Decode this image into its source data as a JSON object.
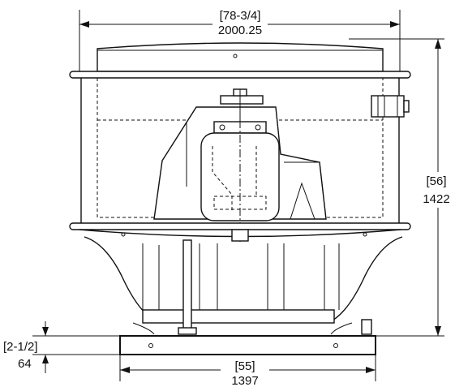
{
  "dimensions": {
    "overall_width_in": "[78-3/4]",
    "overall_width_mm": "2000.25",
    "height_in": "[56]",
    "height_mm": "1422",
    "base_height_in": "[2-1/2]",
    "base_height_mm": "64",
    "base_width_in": "[55]",
    "base_width_mm": "1397"
  }
}
